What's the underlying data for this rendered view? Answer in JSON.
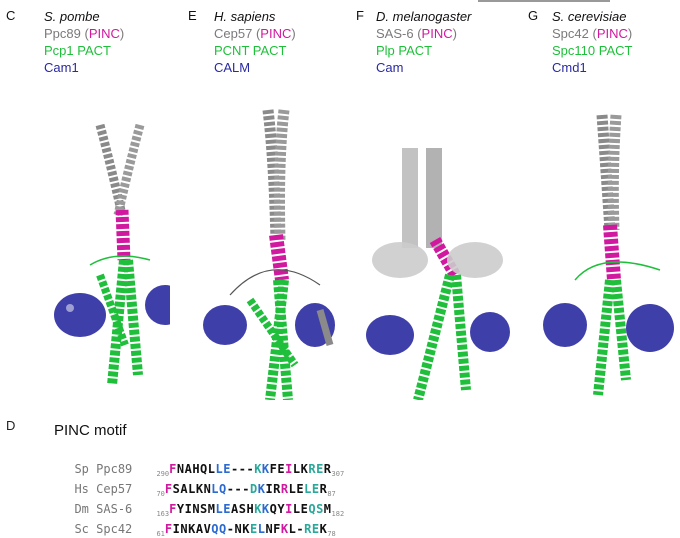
{
  "panels": [
    {
      "letter": "C",
      "species": "S. pombe",
      "pinc_protein": "Ppc89",
      "pinc_tag": "PINC",
      "pact": "Pcp1 PACT",
      "cam": "Cam1"
    },
    {
      "letter": "E",
      "species": "H. sapiens",
      "pinc_protein": "Cep57",
      "pinc_tag": "PINC",
      "pact": "PCNT PACT",
      "cam": "CALM"
    },
    {
      "letter": "F",
      "species": "D. melanogaster",
      "pinc_protein": "SAS-6",
      "pinc_tag": "PINC",
      "pact": "Plp PACT",
      "cam": "Cam"
    },
    {
      "letter": "G",
      "species": "S. cerevisiae",
      "pinc_protein": "Spc42",
      "pinc_tag": "PINC",
      "pact": "Spc110 PACT",
      "cam": "Cmd1"
    }
  ],
  "motif": {
    "letter": "D",
    "title": "PINC motif",
    "rows": [
      {
        "org": "Sp",
        "protein": "Ppc89",
        "start": "290",
        "seq": "FNAHQLLE---KKFEILKRER",
        "end": "307"
      },
      {
        "org": "Hs",
        "protein": "Cep57",
        "start": "70",
        "seq": "FSALKNLQ---DKIRRLELER",
        "end": "87"
      },
      {
        "org": "Dm",
        "protein": "SAS-6",
        "start": "163",
        "seq": "FYINSMLEASHKKQYILEQSM",
        "end": "182"
      },
      {
        "org": "Sc",
        "protein": "Spc42",
        "start": "61",
        "seq": "FINKAVQQ-NKELNFKL-REK",
        "end": "78"
      }
    ]
  },
  "colors": {
    "pinc": "#d1199f",
    "pact": "#1fbf3b",
    "cam": "#2a2aa0",
    "coil": "#8a8a8a"
  }
}
